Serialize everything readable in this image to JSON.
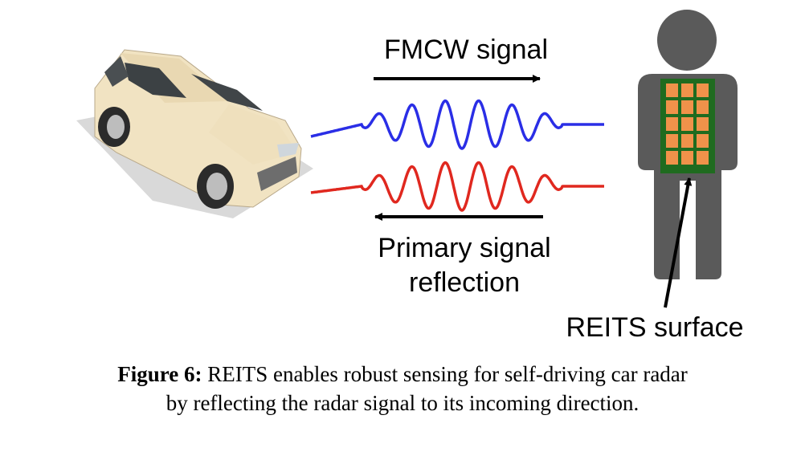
{
  "figure": {
    "label_top": "FMCW signal",
    "label_bottom_line1": "Primary signal",
    "label_bottom_line2": "reflection",
    "label_surface": "REITS surface",
    "colors": {
      "outgoing_wave": "#2a2ee6",
      "reflected_wave": "#e0281f",
      "person": "#5a5a5a",
      "panel_background": "#1f6b1f",
      "panel_cell": "#f0924a",
      "car_body": "#f1e3c2",
      "car_shadow": "#d9d9d9"
    },
    "icons": [
      "car-icon",
      "person-icon",
      "reits-panel-icon"
    ]
  },
  "caption": {
    "label": "Figure 6:",
    "text_line1": "REITS enables robust sensing for self-driving car radar",
    "text_line2": "by reflecting the radar signal to its incoming direction."
  }
}
